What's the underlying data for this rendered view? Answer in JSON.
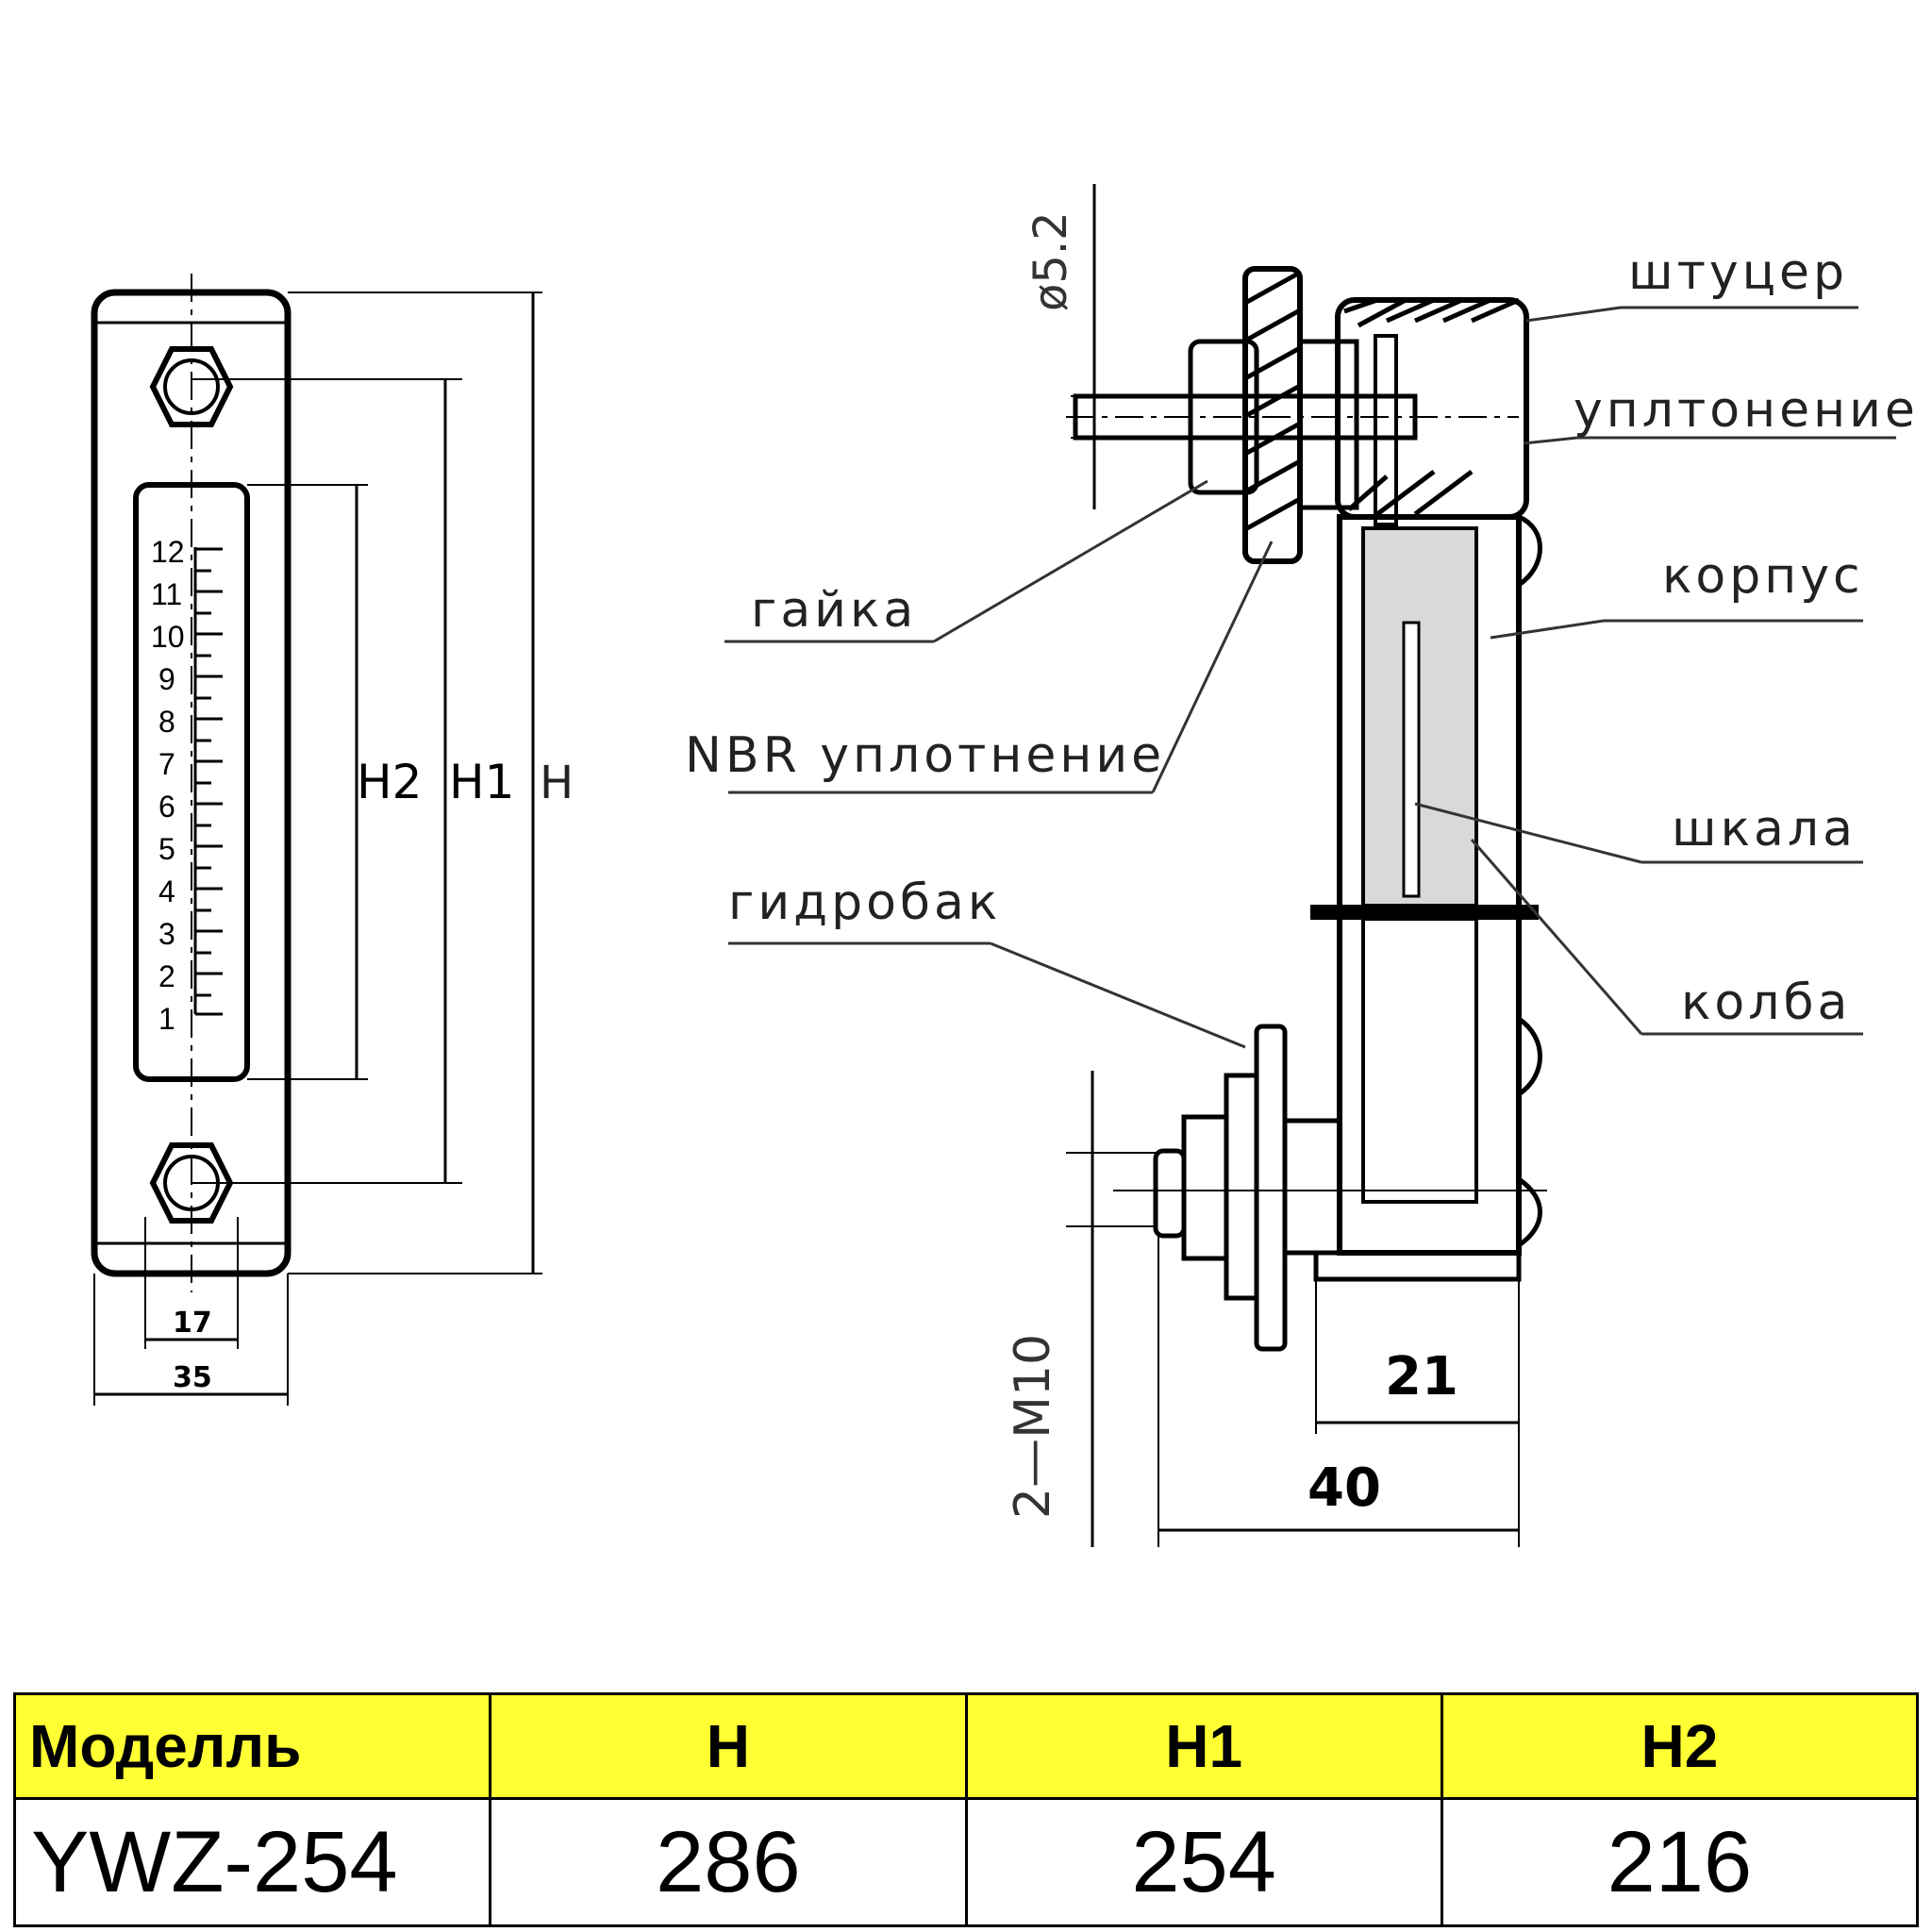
{
  "front_view": {
    "dims": {
      "H": "H",
      "H1": "H1",
      "H2": "H2",
      "width_inner": "17",
      "width_outer": "35"
    },
    "scale_numbers": [
      "12",
      "11",
      "10",
      "9",
      "8",
      "7",
      "6",
      "5",
      "4",
      "3",
      "2",
      "1"
    ]
  },
  "side_view": {
    "dims": {
      "diameter": "ø5.2",
      "bolt": "2—M10",
      "d21": "21",
      "d40": "40"
    },
    "labels": {
      "fitting": "штуцер",
      "seal": "уплтонение",
      "nut": "гайка",
      "body": "корпус",
      "nbr_seal": "NBR уплотнение",
      "scale": "шкала",
      "tank": "гидробак",
      "tube": "колба"
    }
  },
  "spec_table": {
    "headers": [
      "Моделль",
      "H",
      "H1",
      "H2"
    ],
    "rows": [
      [
        "YWZ-254",
        "286",
        "254",
        "216"
      ]
    ]
  },
  "colors": {
    "header_bg": "#ffff33",
    "line": "#000000"
  }
}
